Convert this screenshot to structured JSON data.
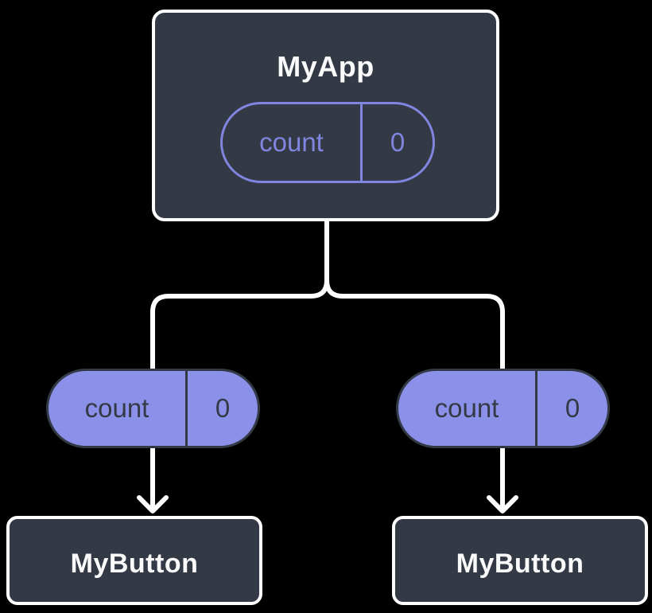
{
  "palette": {
    "background": "#000000",
    "node_fill": "#333A46",
    "node_border": "#FFFFFF",
    "accent_outline": "#8085DF",
    "accent_fill": "#8B90E8",
    "dark_text": "#333A46",
    "line": "#FFFFFF",
    "title_text": "#FAFAFA"
  },
  "tree": {
    "root": {
      "title": "MyApp",
      "state_pill": {
        "label": "count",
        "value": "0"
      }
    },
    "children": [
      {
        "title": "MyButton",
        "prop_pill": {
          "label": "count",
          "value": "0"
        }
      },
      {
        "title": "MyButton",
        "prop_pill": {
          "label": "count",
          "value": "0"
        }
      }
    ]
  }
}
